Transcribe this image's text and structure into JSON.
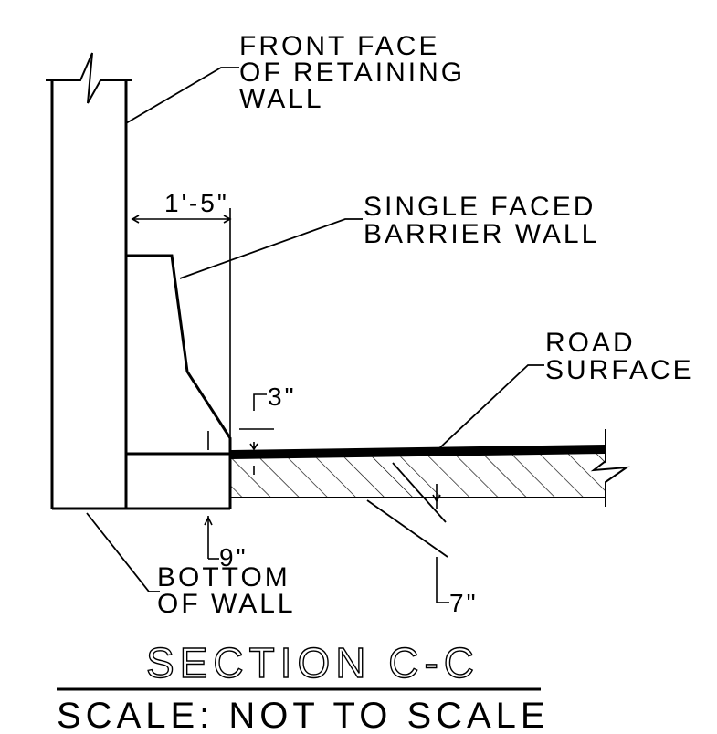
{
  "labels": {
    "front_face": [
      "FRONT FACE",
      "OF RETAINING",
      "WALL"
    ],
    "barrier": [
      "SINGLE FACED",
      "BARRIER WALL"
    ],
    "road_surface": [
      "ROAD",
      "SURFACE"
    ],
    "bottom_wall": [
      "BOTTOM",
      "OF WALL"
    ]
  },
  "dimensions": {
    "barrier_width": "1'-5\"",
    "overlay_thickness": "3\"",
    "footing_depth": "9\"",
    "slab_thickness": "7\""
  },
  "title": "SECTION C-C",
  "scale_note": "SCALE: NOT TO SCALE"
}
